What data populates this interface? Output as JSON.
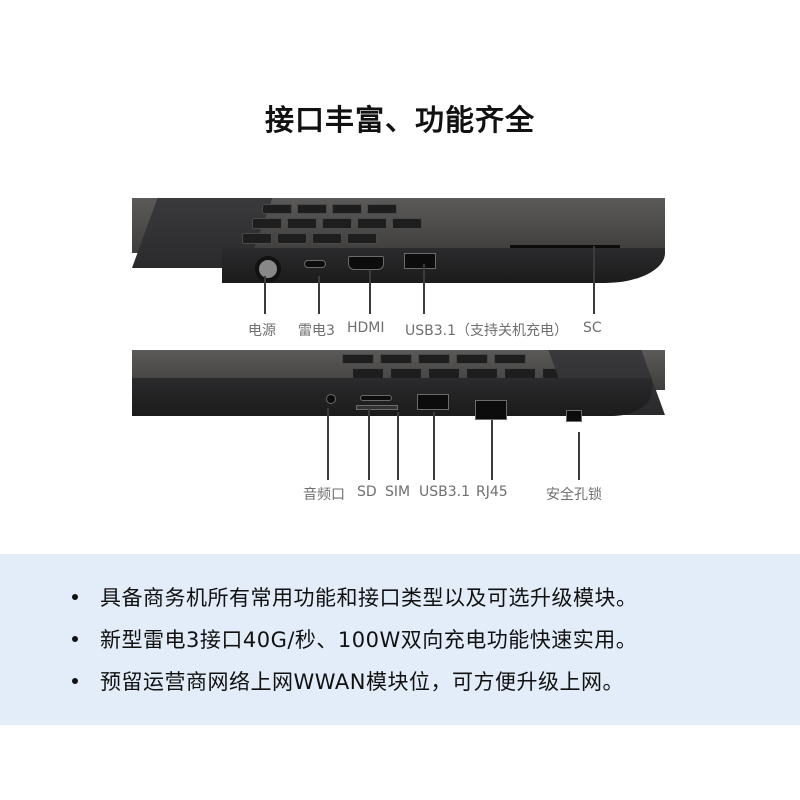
{
  "title": "接口丰富、功能齐全",
  "top_view": {
    "labels": [
      "电源",
      "雷电3",
      "HDMI",
      "USB3.1（支持关机充电）",
      "SC"
    ]
  },
  "bottom_view": {
    "labels": [
      "音频口",
      "SD",
      "SIM",
      "USB3.1",
      "RJ45",
      "安全孔锁"
    ]
  },
  "features": [
    "具备商务机所有常用功能和接口类型以及可选升级模块。",
    "新型雷电3接口40G/秒、100W双向充电功能快速实用。",
    "预留运营商网络上网WWAN模块位，可方便升级上网。"
  ],
  "colors": {
    "panel_bg": "#e2edf9",
    "label_text": "#6f6f6f",
    "title_text": "#111111"
  }
}
